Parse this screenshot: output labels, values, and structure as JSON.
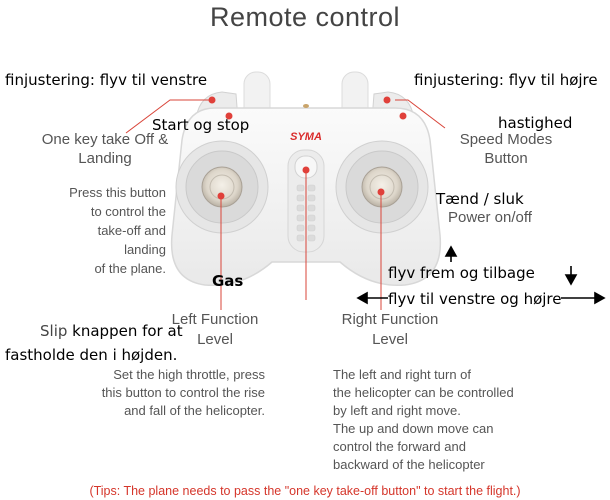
{
  "title": "Remote control",
  "brand": "SYMA",
  "overlay_labels": {
    "trim_left": "finjustering: flyv til venstre",
    "trim_right": "finjustering: flyv til højre",
    "start_stop": "Start og stop",
    "speed": "hastighed",
    "power": "Tænd / sluk",
    "gas": "Gas",
    "forward_back": "flyv frem og tilbage",
    "left_right": "flyv til venstre og højre",
    "release_prefix": "Slip",
    "release_rest": "knappen for at",
    "release_line2": "fastholde den i højden."
  },
  "labels": {
    "one_key_title": "One key take Off &\nLanding",
    "one_key_desc": "Press this button\nto control the\ntake-off and\nlanding\nof the plane.",
    "speed_modes": "Speed Modes\nButton",
    "power_on_off": "Power on/off",
    "left_function": "Left Function\nLevel",
    "right_function": "Right Function\nLevel",
    "left_desc": "Set the high throttle, press\nthis button to control the rise\nand fall of the helicopter.",
    "right_desc": "The left and right turn of\nthe helicopter can be controlled\nby left and right move.\nThe up and down move can\ncontrol the forward and\nbackward of the helicopter"
  },
  "tip": "(Tips: The plane needs to pass the \"one key take-off button\" to start the flight.)",
  "colors": {
    "leader_line": "#d9453a",
    "dot": "#e0403a",
    "controller_body": "#f4f4f4",
    "brand": "#d92b2b"
  }
}
